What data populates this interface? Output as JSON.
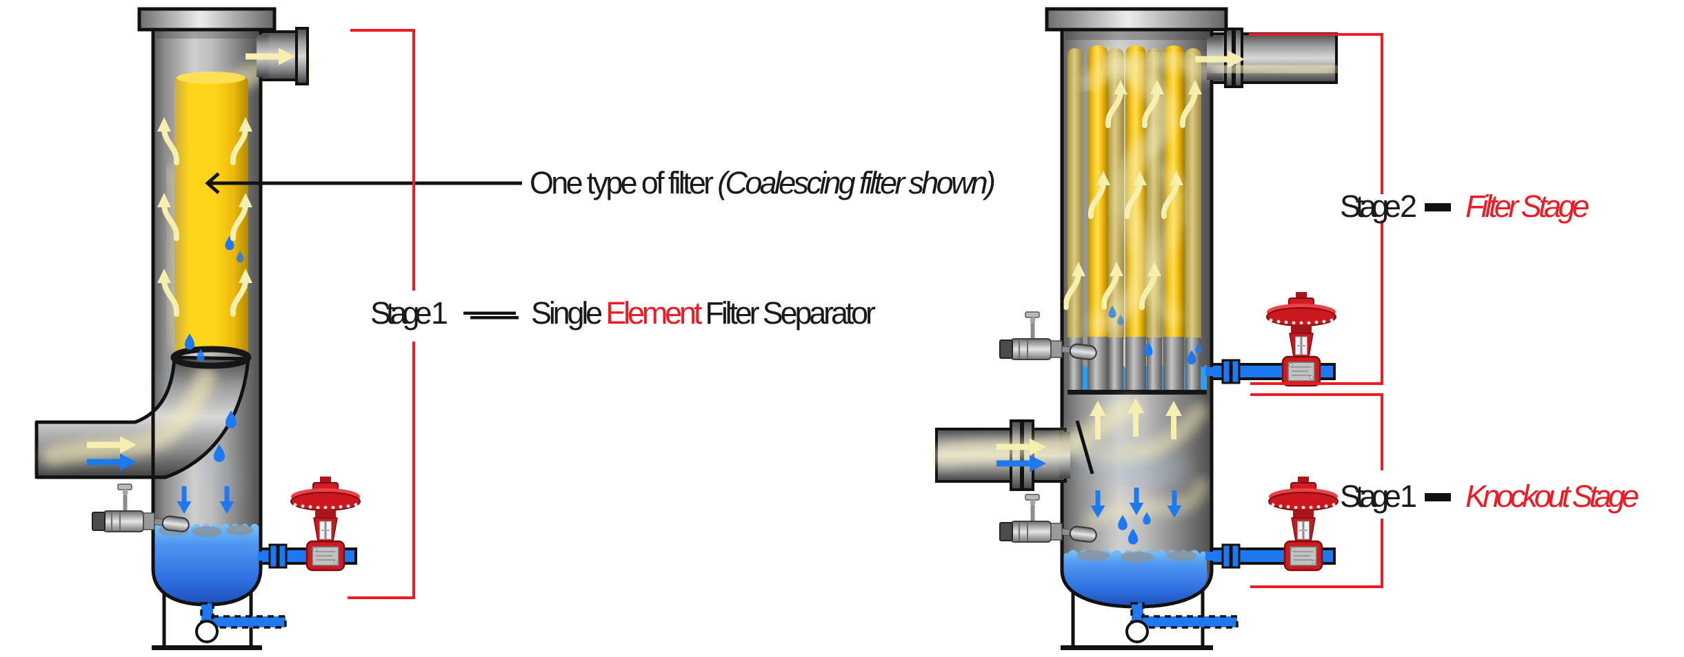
{
  "callout": {
    "text": "One type of filter ",
    "note": "(Coalescing filter shown)"
  },
  "left_label": {
    "stage": "Stage 1",
    "name_pre": "Single ",
    "name_highlight": "Element",
    "name_post": " Filter Separator"
  },
  "right_labels": {
    "filter_stage": {
      "stage": "Stage 2",
      "name": "Filter Stage"
    },
    "knockout_stage": {
      "stage": "Stage 1",
      "name": "Knockout Stage"
    }
  },
  "colors": {
    "label_black": "#1a1a1a",
    "accent_red": "#ED1C24",
    "bracket_red": "#ED1C24",
    "callout_line_black": "#111111",
    "filter_yellow": "#FFD21E",
    "liquid_blue": "#2F9DF0",
    "pipe_blue": "#1E78F0",
    "gas_arrow_cream": "#F7EFB0",
    "valve_red": "#D01A21",
    "steel_gray": "#9A9A9A"
  }
}
